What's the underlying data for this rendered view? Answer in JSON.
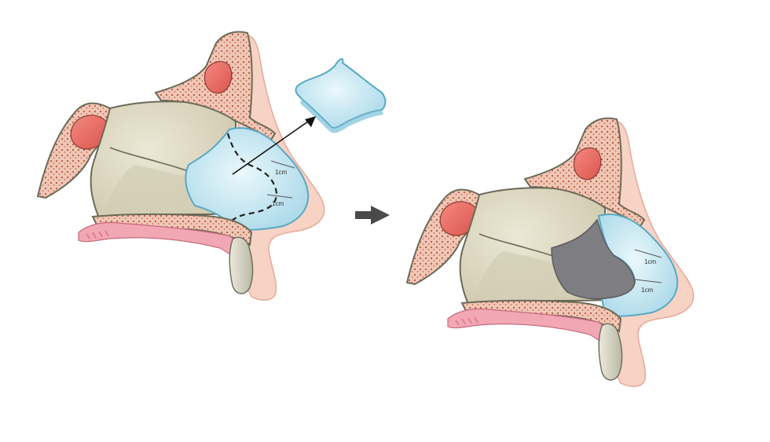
{
  "panels": {
    "before": {
      "measure_upper": "1cm",
      "measure_lower": "1cm"
    },
    "after": {
      "measure_upper": "1cm",
      "measure_lower": "1cm"
    }
  },
  "colors": {
    "skin": "#f6d3c4",
    "skin_edge": "#e7a99a",
    "bone_fill": "#ddd8c2",
    "bone_edge": "#6b6a58",
    "marrow": "#f0c7b6",
    "marrow_dots": "#b6553e",
    "sinus": "#e86a62",
    "cartilage": "#bfe3ee",
    "cartilage_edge": "#5aa8c4",
    "gum": "#f2a7b4",
    "tooth": "#d6d4c2",
    "defect": "#7d7d82",
    "arrow": "#4a4a4a"
  },
  "icons": {
    "transition": "right-arrow-icon",
    "extraction": "diagonal-arrow-icon"
  }
}
